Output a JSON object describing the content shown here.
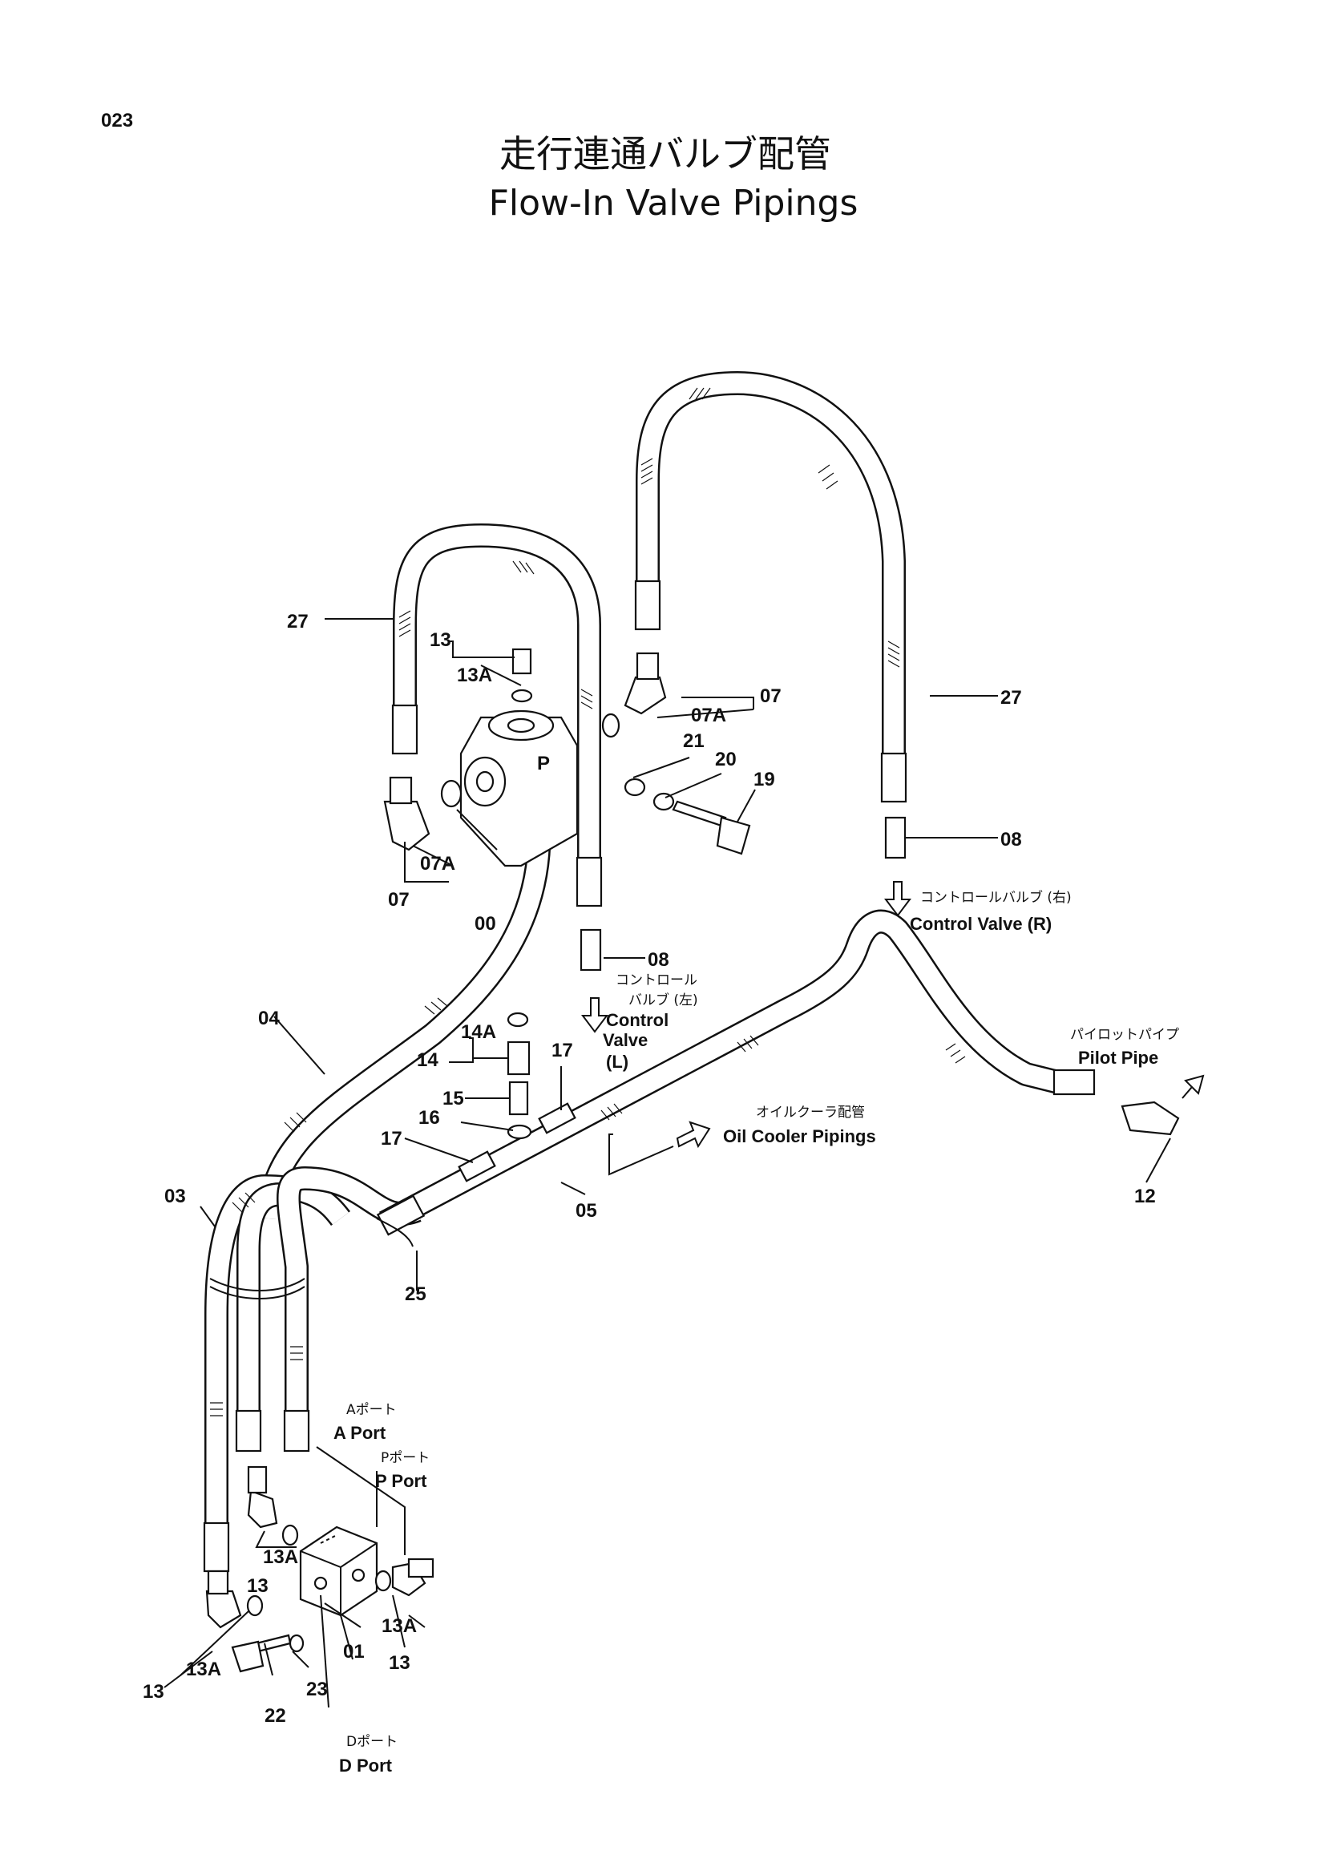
{
  "page_number": "023",
  "title_jp": "走行連通バルブ配管",
  "title_en": "Flow-In Valve Pipings",
  "part_labels": {
    "p27a": "27",
    "p27b": "27",
    "p13a": "13",
    "p13A_a": "13A",
    "p07a_top": "07",
    "p07A_top": "07A",
    "p21": "21",
    "p20": "20",
    "p19": "19",
    "p07A_left": "07A",
    "p07_left": "07",
    "p00": "00",
    "p08a": "08",
    "p08b": "08",
    "p04": "04",
    "p14A": "14A",
    "p14": "14",
    "p15": "15",
    "p16": "16",
    "p17a": "17",
    "p17b": "17",
    "p03": "03",
    "p05": "05",
    "p25": "25",
    "p12": "12",
    "p13A_b": "13A",
    "p13b": "13",
    "p13A_c": "13A",
    "p13c": "13",
    "p13A_d": "13A",
    "p13d": "13",
    "p01": "01",
    "p22": "22",
    "p23": "23"
  },
  "callouts": {
    "cv_r_jp": "コントロールバルブ (右)",
    "cv_r_en": "Control Valve (R)",
    "cv_l_jp1": "コントロール",
    "cv_l_jp2": "バルブ (左)",
    "cv_l_en1": "Control",
    "cv_l_en2": "Valve",
    "cv_l_en3": "(L)",
    "pilot_jp": "パイロットパイプ",
    "pilot_en": "Pilot Pipe",
    "oil_jp": "オイルクーラ配管",
    "oil_en": "Oil Cooler Pipings",
    "a_port_jp": "Aポート",
    "a_port_en": "A Port",
    "p_port_jp": "Pポート",
    "p_port_en": "P Port",
    "d_port_jp": "Dポート",
    "d_port_en": "D Port",
    "block_p": "P"
  }
}
